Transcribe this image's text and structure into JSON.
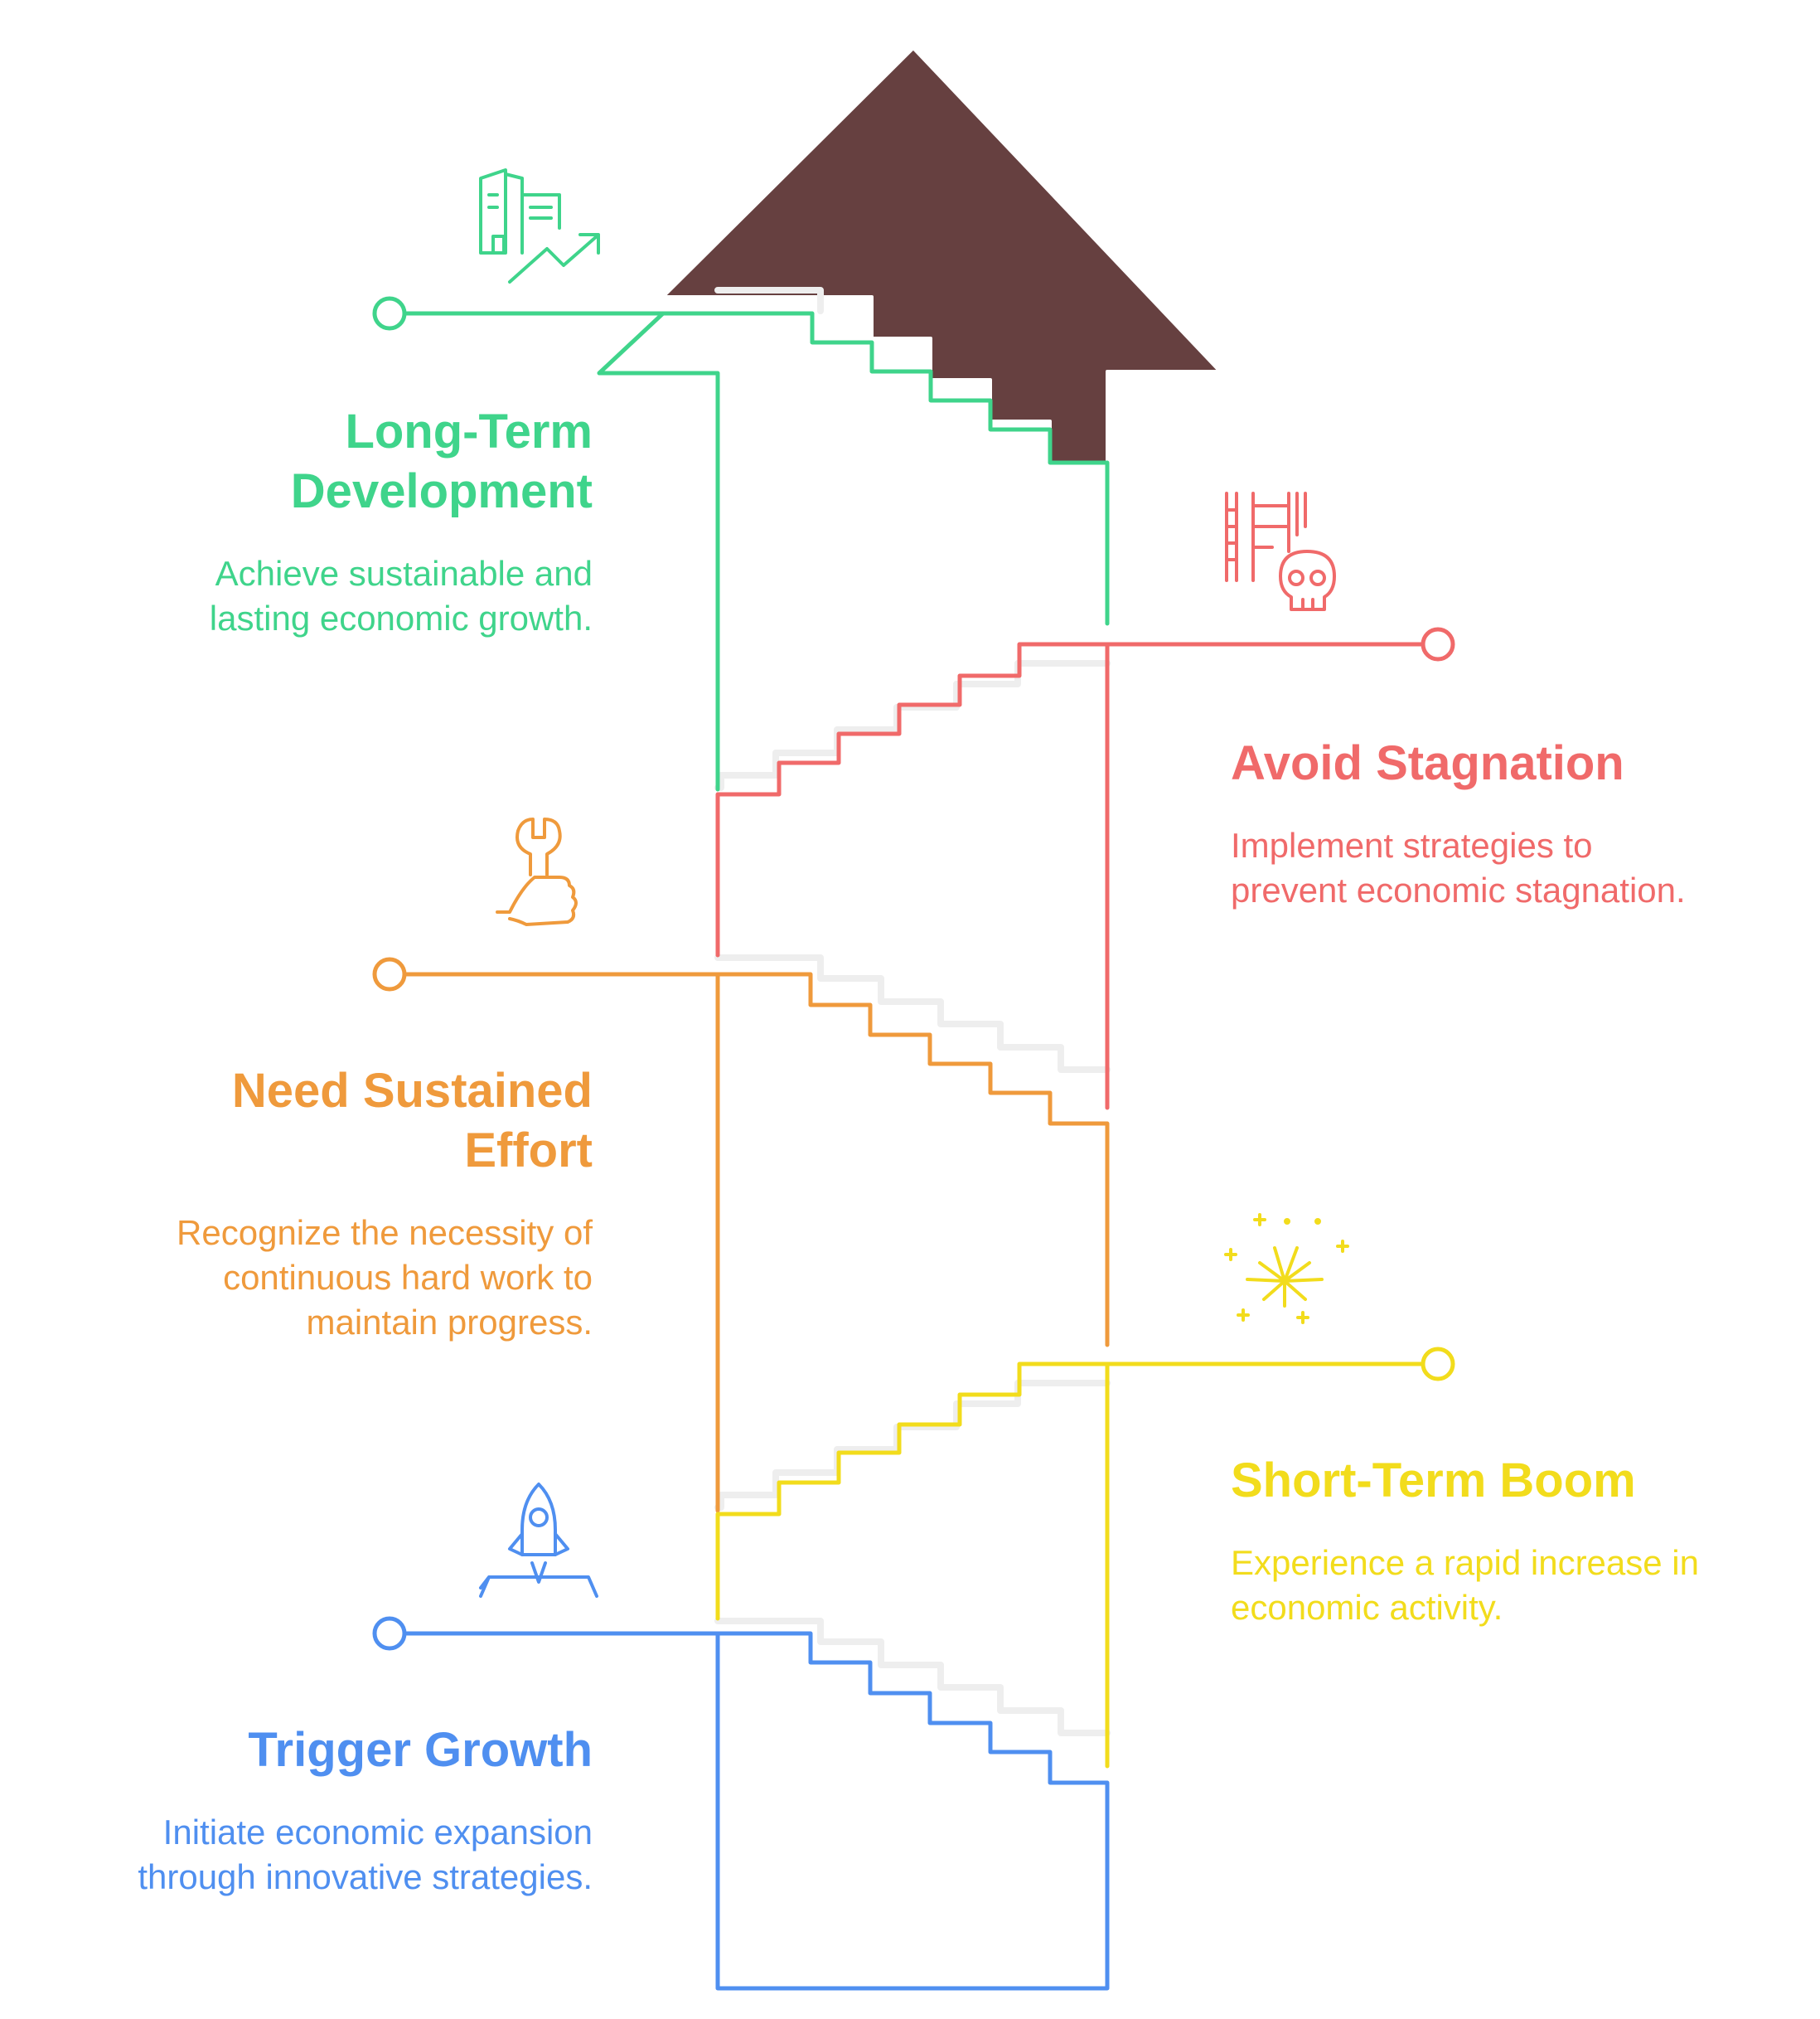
{
  "steps": [
    {
      "id": "long-term-development",
      "title": "Long-Term Development",
      "description": "Achieve sustainable and lasting economic growth.",
      "color": "#3fd48b",
      "icon": "buildings-growth-icon"
    },
    {
      "id": "avoid-stagnation",
      "title": "Avoid Stagnation",
      "description": "Implement strategies to prevent economic stagnation.",
      "color": "#f06a6a",
      "icon": "film-skull-icon"
    },
    {
      "id": "need-sustained-effort",
      "title": "Need Sustained Effort",
      "description": "Recognize the necessity of continuous hard work to maintain progress.",
      "color": "#ef9a3c",
      "icon": "wrench-thumbs-up-icon"
    },
    {
      "id": "short-term-boom",
      "title": "Short-Term Boom",
      "description": "Experience a rapid increase in economic activity.",
      "color": "#f2dc1c",
      "icon": "fireworks-icon"
    },
    {
      "id": "trigger-growth",
      "title": "Trigger Growth",
      "description": "Initiate economic expansion through innovative strategies.",
      "color": "#4f8ff0",
      "icon": "rocket-launch-icon"
    }
  ],
  "arrow_color": "#664040"
}
